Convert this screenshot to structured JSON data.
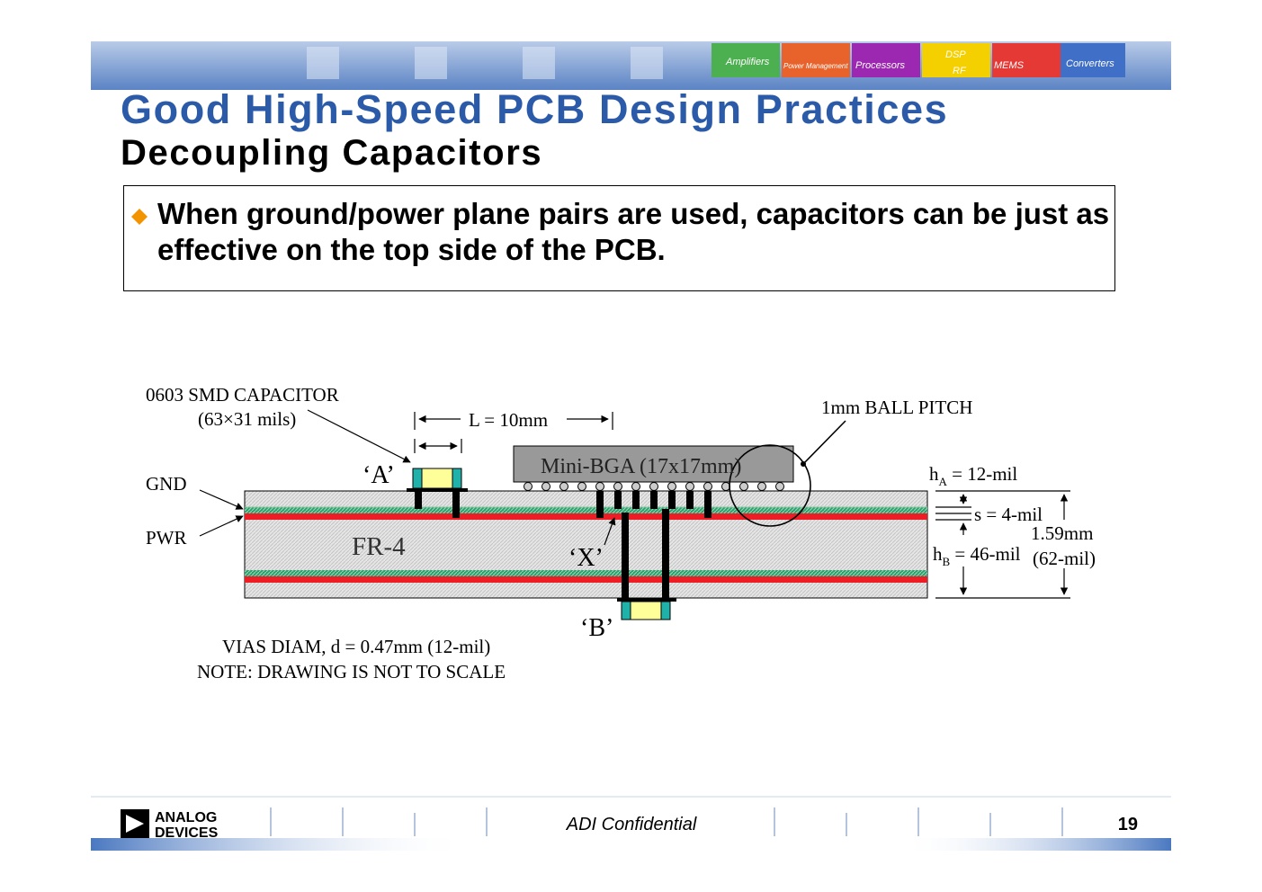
{
  "header": {
    "title": "Good High-Speed PCB Design Practices",
    "subtitle": "Decoupling Capacitors",
    "banner_labels": [
      "Amplifiers",
      "Power Management",
      "Processors",
      "DSP",
      "RF",
      "MEMS",
      "Converters"
    ],
    "banner_colors": [
      "#4caf50",
      "#e8632b",
      "#9c27b0",
      "#f5d000",
      "#e53935",
      "#d2426b",
      "#3f6fc7"
    ]
  },
  "bullet": {
    "icon": "orange-diamond-icon",
    "text": "When ground/power plane pairs are used, capacitors can be just as effective  on the top side of the PCB."
  },
  "diagram": {
    "capacitor_label_1": "0603 SMD CAPACITOR",
    "capacitor_label_2": "(63×31 mils)",
    "length_label": "L = 10mm",
    "ball_pitch_label": "1mm BALL PITCH",
    "bga_label": "Mini-BGA (17x17mm)",
    "point_a": "‘A’",
    "point_x": "‘X’",
    "point_b": "‘B’",
    "gnd_label": "GND",
    "pwr_label": "PWR",
    "substrate_label": "FR-4",
    "ha_label_main": "h",
    "ha_label_sub": "A",
    "ha_label_value": " = 12-mil",
    "s_label": "s = 4-mil",
    "hb_label_main": "h",
    "hb_label_sub": "B",
    "hb_label_value": " = 46-mil",
    "thickness_mm": "1.59mm",
    "thickness_mil": "(62-mil)",
    "vias_note": "VIAS DIAM, d = 0.47mm (12-mil)",
    "scale_note": "NOTE: DRAWING IS NOT TO SCALE",
    "colors": {
      "gnd_plane": "#2e9e6e",
      "pwr_plane": "#ee1c24",
      "capacitor_body": "#ffff99",
      "capacitor_ends": "#20b2aa",
      "bga_body": "#999999"
    }
  },
  "footer": {
    "logo_line1": "ANALOG",
    "logo_line2": "DEVICES",
    "confidential": "ADI Confidential",
    "page_number": "19"
  }
}
